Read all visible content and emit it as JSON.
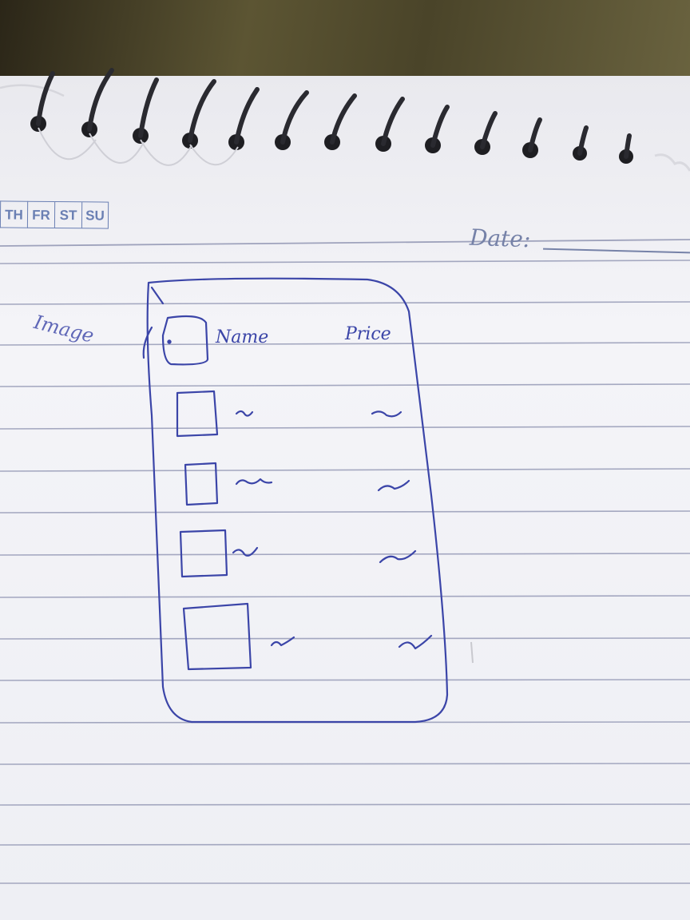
{
  "notebook": {
    "day_boxes": [
      "TH",
      "FR",
      "ST",
      "SU"
    ],
    "date_label": "Date:"
  },
  "sketch": {
    "side_note": "Image",
    "columns": {
      "name": "Name",
      "price": "Price"
    },
    "rows": [
      {
        "name": "~",
        "price": "~"
      },
      {
        "name": "~",
        "price": "~"
      },
      {
        "name": "~",
        "price": "~"
      },
      {
        "name": "~",
        "price": "~"
      },
      {
        "name": "~",
        "price": "~"
      }
    ]
  },
  "colors": {
    "pen_ink": "#3b45a8",
    "paper": "#f1f1f6",
    "rule_line": "#8a8fae"
  }
}
